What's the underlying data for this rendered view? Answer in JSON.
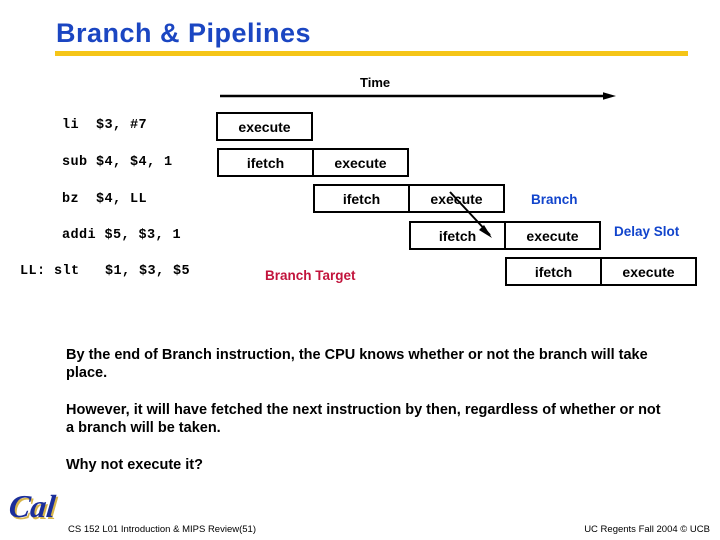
{
  "slide": {
    "title": "Branch & Pipelines",
    "accent_color": "#1B46C2",
    "rule_color": "#F5C518"
  },
  "diagram": {
    "axis": {
      "label": "Time",
      "direction": "left-to-right"
    },
    "instructions": [
      {
        "text": "li  $3, #7"
      },
      {
        "text": "sub $4, $4, 1"
      },
      {
        "text": "bz  $4, LL"
      },
      {
        "text": "addi $5, $3, 1"
      },
      {
        "text": "LL: slt   $1, $3, $5"
      }
    ],
    "rows": [
      {
        "stages": [
          "execute"
        ]
      },
      {
        "stages": [
          "ifetch",
          "execute"
        ]
      },
      {
        "stages": [
          "ifetch",
          "execute"
        ]
      },
      {
        "stages": [
          "ifetch",
          "execute"
        ]
      },
      {
        "stages": [
          "ifetch",
          "execute"
        ]
      }
    ],
    "annotations": {
      "branch": {
        "text": "Branch",
        "color": "#1144CC"
      },
      "delay_slot": {
        "text": "Delay Slot",
        "color": "#1144CC"
      },
      "branch_target": {
        "text": "Branch Target",
        "color": "#C2143C"
      }
    }
  },
  "body": {
    "paragraph_1": "By the end of Branch instruction, the CPU knows whether or not the branch will take place.",
    "paragraph_2": "However, it will have fetched the next instruction by then, regardless of whether or not a branch will be taken.",
    "paragraph_3": "Why not execute it?"
  },
  "footer": {
    "logo_text": "Cal",
    "left": "CS 152 L01 Introduction & MIPS Review(51)",
    "right": "UC Regents Fall 2004 © UCB"
  }
}
